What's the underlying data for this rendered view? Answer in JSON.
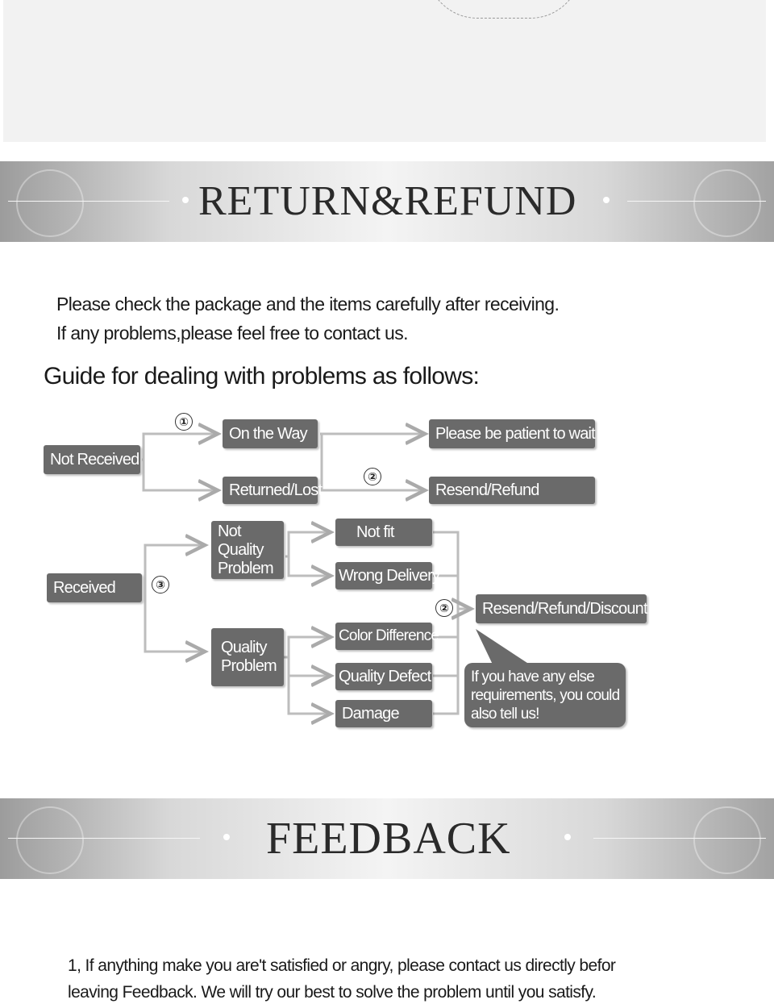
{
  "banner_return": {
    "title": "RETURN&REFUND"
  },
  "intro": {
    "line1": "Please check the package and the items carefully after receiving.",
    "line2": "If any problems,please feel free to contact us."
  },
  "guide_title": "Guide for dealing with problems as follows:",
  "flow": {
    "not_received": "Not Received",
    "on_the_way": "On the Way",
    "returned_lost": "Returned/Lost",
    "patient_wait": "Please be patient to wait",
    "resend_refund": "Resend/Refund",
    "received": "Received",
    "not_quality": [
      "Not",
      "Quality",
      "Problem"
    ],
    "quality": [
      "Quality",
      "Problem"
    ],
    "not_fit": "Not fit",
    "wrong_delivery": "Wrong Delivery",
    "color_difference": "Color Difference",
    "quality_defect": "Quality Defect",
    "damage": "Damage",
    "resend_refund_discount": "Resend/Refund/Discount",
    "callout": [
      "If you have any else",
      "requirements, you could",
      "also tell us!"
    ],
    "step1": "①",
    "step2": "②",
    "step3": "③"
  },
  "banner_feedback": {
    "title": "FEEDBACK"
  },
  "feedback": {
    "line1": "1, If anything make you are't satisfied or angry, please contact us directly befor",
    "line2": "leaving Feedback. We will try our best to solve the problem until you satisfy."
  },
  "colors": {
    "box": "#6a6a6a",
    "banner": "#d8d8d8",
    "panel": "#f2f2f2"
  }
}
